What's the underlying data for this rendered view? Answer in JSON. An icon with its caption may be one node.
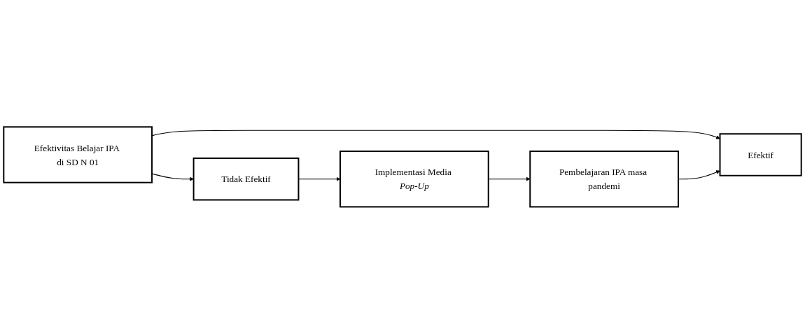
{
  "diagram": {
    "nodes": [
      {
        "text": [
          "Efektif"
        ]
      },
      {
        "text": [
          "Pembelajaran IPA masa pandemi"
        ]
      },
      {
        "text": [
          "Efektivitas Belajar IPA di SD N 01"
        ]
      },
      {
        "text": [
          "Tidak Efektif"
        ]
      },
      {
        "text": [
          "Implementasi Media *Pop-Up*"
        ]
      }
    ],
    "edges": [
      {
        "from": 2,
        "to": 0,
        "arrow": "to"
      },
      {
        "from": 1,
        "to": 0,
        "arrow": "to"
      },
      {
        "from": 2,
        "to": 3,
        "arrow": "to"
      },
      {
        "from": 3,
        "to": 4,
        "arrow": "to"
      },
      {
        "from": 4,
        "to": 1,
        "arrow": "to"
      }
    ]
  }
}
